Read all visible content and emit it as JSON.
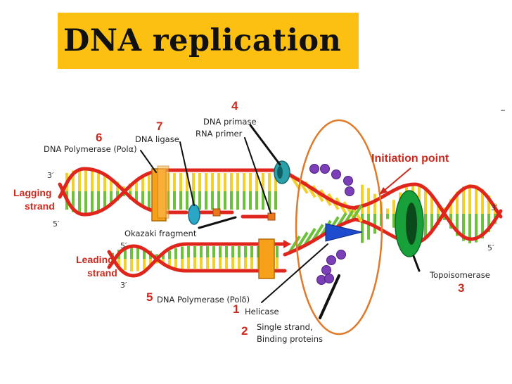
{
  "title": "DNA replication",
  "labels": {
    "dna_pol_alpha": "DNA Polymerase (Polα)",
    "dna_ligase": "DNA ligase",
    "dna_primase": "DNA primase",
    "rna_primer": "RNA primer",
    "initiation_point": "Initiation point",
    "lagging_strand": [
      "Lagging",
      "strand"
    ],
    "leading_strand": [
      "Leading",
      "strand"
    ],
    "okazaki_fragment": "Okazaki fragment",
    "dna_pol_delta": "DNA Polymerase (Polδ)",
    "helicase": "Helicase",
    "ssb": [
      "Single strand,",
      "Binding proteins"
    ],
    "topoisomerase": "Topoisomerase"
  },
  "numbers": {
    "n1": "1",
    "n2": "2",
    "n3": "3",
    "n4": "4",
    "n5": "5",
    "n6": "6",
    "n7": "7"
  },
  "ends": {
    "lag_top": "3′",
    "lag_bottom": "5′",
    "lead_top": "5′",
    "lead_bottom": "3′",
    "right_top": "3′",
    "right_bottom": "5′"
  },
  "colors": {
    "backbone": "#e0261c",
    "base_yellow": "#f3cf2e",
    "base_green": "#6cc03a",
    "polymerase": "#f7a11b",
    "clamp_teal": "#1f8f97",
    "topoisomerase": "#18a03a",
    "ssb_purple": "#7b3fb8",
    "helicase_blue": "#1f4ccf",
    "ellipse": "#e07a2a",
    "banner": "#fbc012"
  }
}
